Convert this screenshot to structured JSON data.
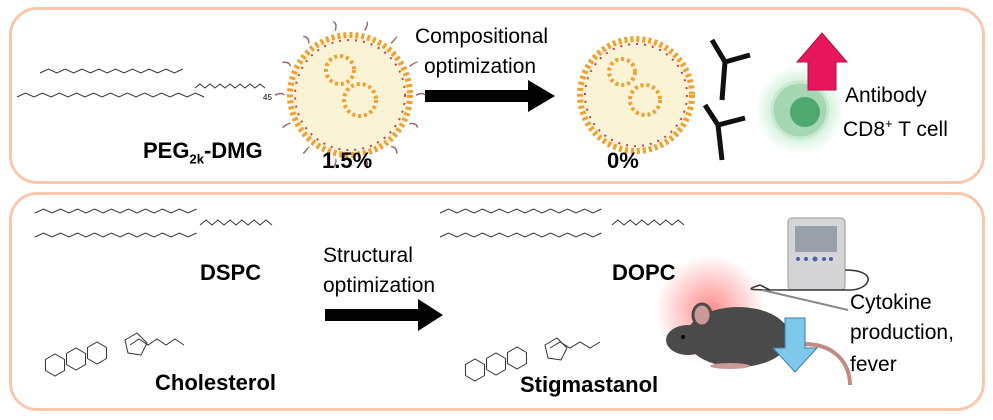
{
  "top_panel": {
    "lipid_label": "PEG",
    "lipid_sub": "2k",
    "lipid_suffix": "-DMG",
    "peg_repeat": "45",
    "lnp_before_pct": "1.5%",
    "arrow_label_line1": "Compositional",
    "arrow_label_line2": "optimization",
    "lnp_after_pct": "0%",
    "outcome_line1": "Antibody",
    "outcome_line2_pre": "CD8",
    "outcome_line2_sup": "+",
    "outcome_line2_post": " T cell"
  },
  "bottom_panel": {
    "lipid1": "DSPC",
    "lipid2": "DOPC",
    "sterol1": "Cholesterol",
    "sterol2": "Stigmastanol",
    "arrow_label_line1": "Structural",
    "arrow_label_line2": "optimization",
    "outcome_line1": "Cytokine",
    "outcome_line2": "production,",
    "outcome_line3": "fever"
  },
  "colors": {
    "panel_border": "#f7c8ae",
    "increase_arrow": "#e8175d",
    "decrease_arrow": "#7ec8ea",
    "cell_glow": "#7fd99a",
    "fever_glow": "#ff6b6b"
  }
}
